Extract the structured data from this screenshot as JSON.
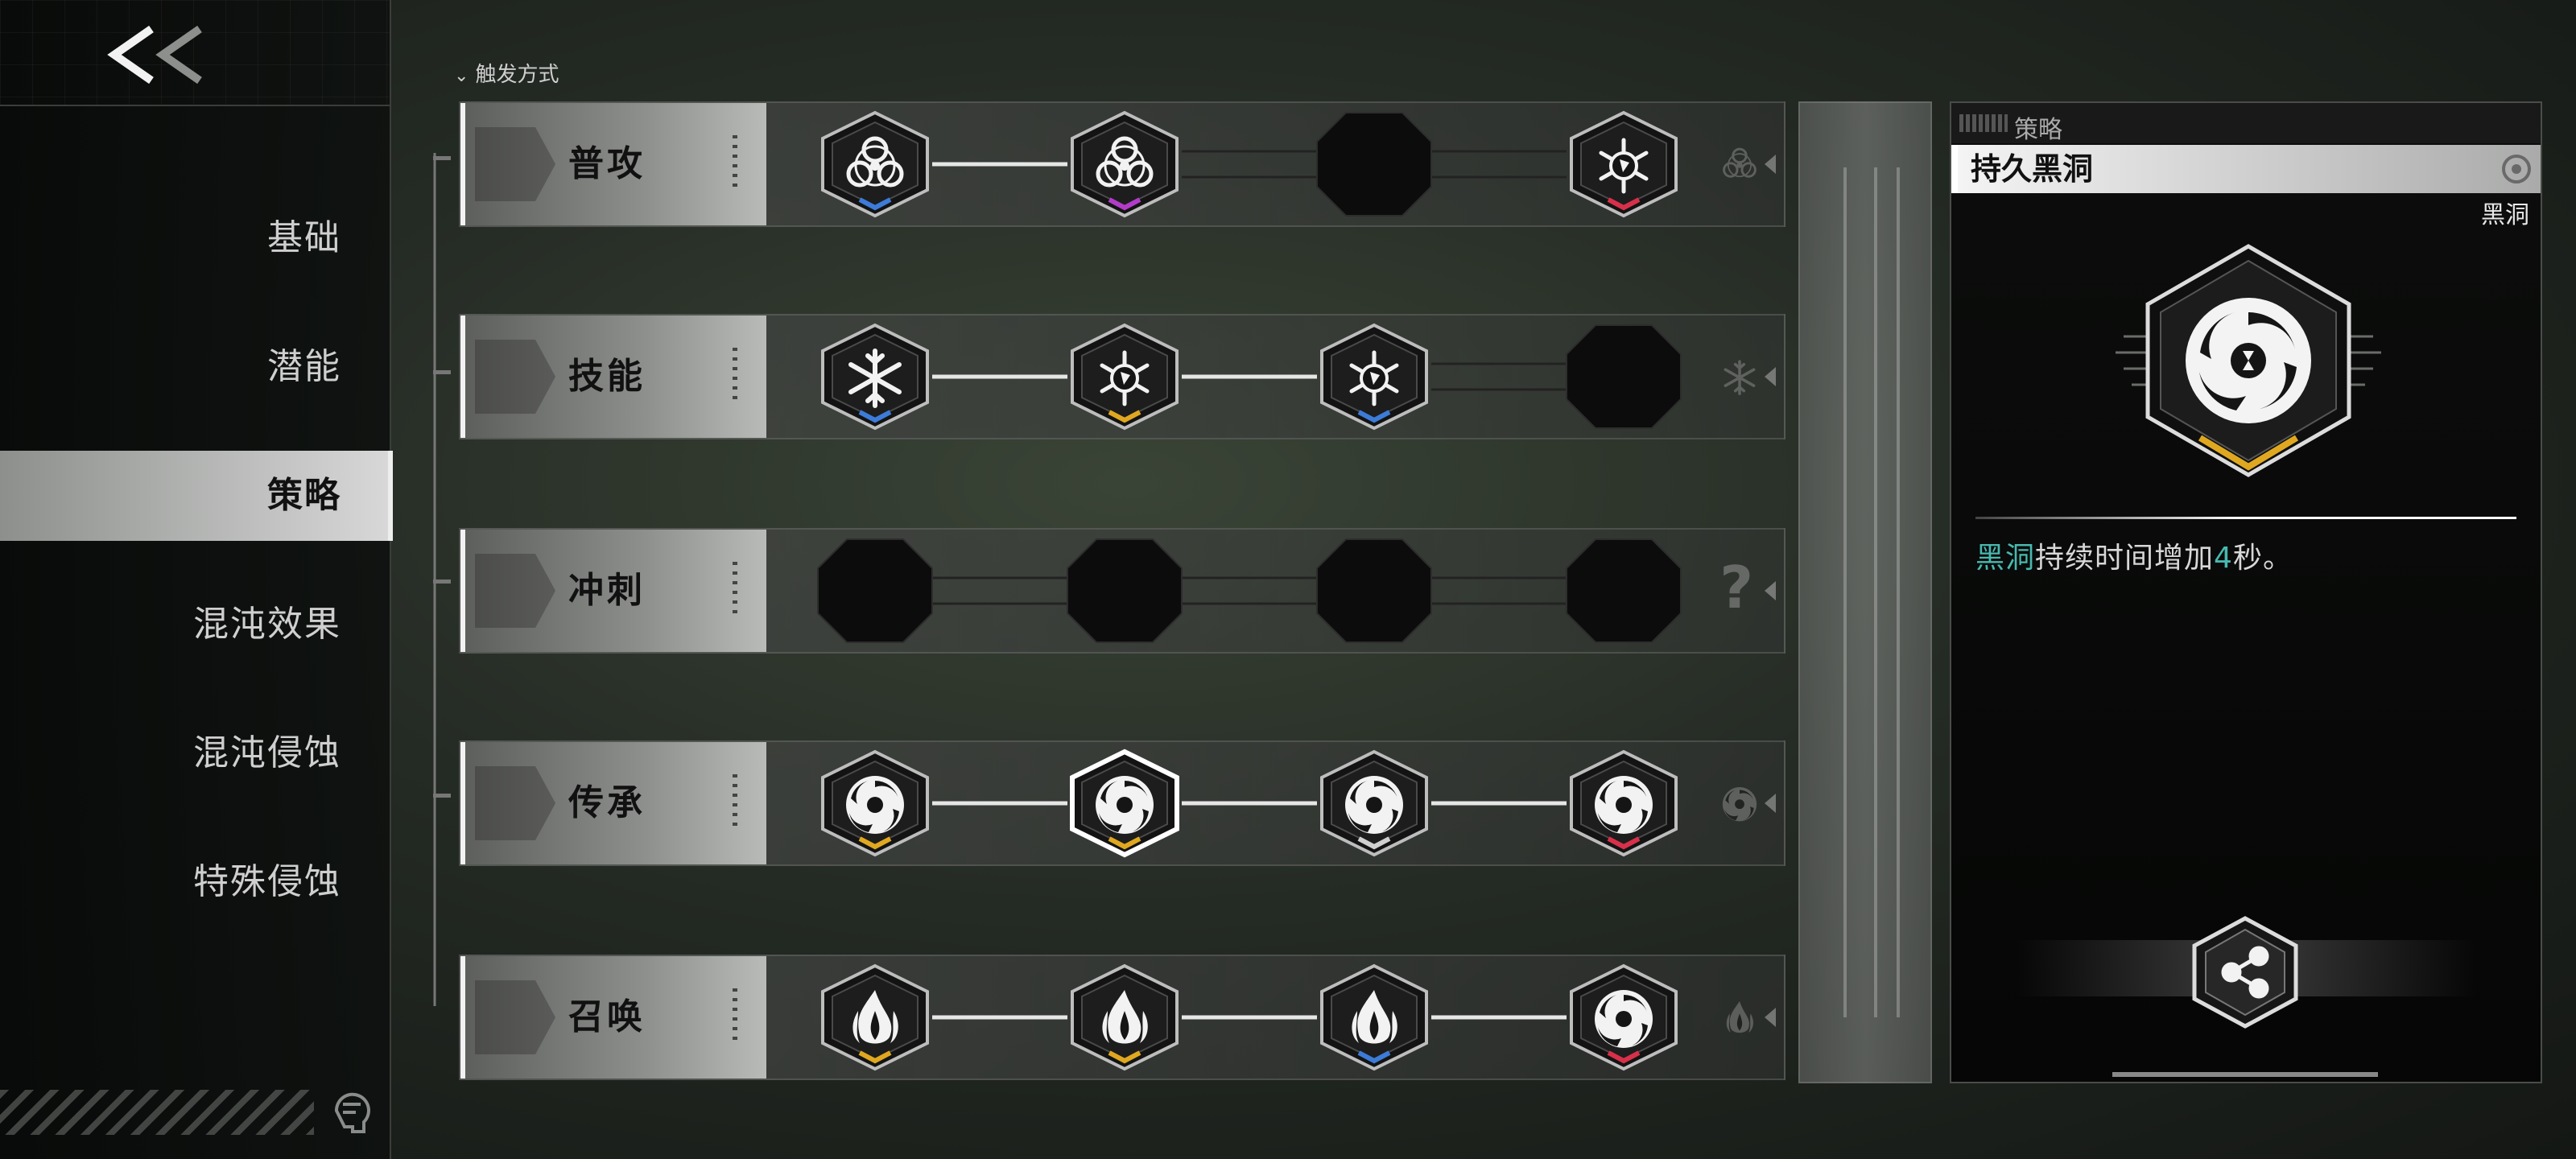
{
  "back_label": "<<",
  "sidebar": {
    "items": [
      {
        "label": "基础",
        "active": false
      },
      {
        "label": "潜能",
        "active": false
      },
      {
        "label": "策略",
        "active": true
      },
      {
        "label": "混沌效果",
        "active": false
      },
      {
        "label": "混沌侵蚀",
        "active": false
      },
      {
        "label": "特殊侵蚀",
        "active": false
      }
    ]
  },
  "trigger_title": "触发方式",
  "rows": [
    {
      "label": "普攻",
      "element": "biohazard",
      "slots": [
        {
          "icon": "biohazard-icon",
          "rank_color": "#3d7bd8"
        },
        {
          "icon": "biohazard-icon",
          "rank_color": "#b13cc8"
        },
        {
          "icon": "empty",
          "rank_color": ""
        },
        {
          "icon": "frost-icon",
          "rank_color": "#d8304a"
        }
      ]
    },
    {
      "label": "技能",
      "element": "snowflake",
      "slots": [
        {
          "icon": "snowflake-icon",
          "rank_color": "#3d7bd8"
        },
        {
          "icon": "frost-icon",
          "rank_color": "#e0a820"
        },
        {
          "icon": "frost-icon",
          "rank_color": "#3d7bd8"
        },
        {
          "icon": "empty",
          "rank_color": ""
        }
      ]
    },
    {
      "label": "冲刺",
      "element": "unknown",
      "slots": [
        {
          "icon": "empty",
          "rank_color": ""
        },
        {
          "icon": "empty",
          "rank_color": ""
        },
        {
          "icon": "empty",
          "rank_color": ""
        },
        {
          "icon": "empty",
          "rank_color": ""
        }
      ]
    },
    {
      "label": "传承",
      "element": "vortex",
      "slots": [
        {
          "icon": "vortex-icon",
          "rank_color": "#e0a820"
        },
        {
          "icon": "vortex-icon",
          "rank_color": "#e0a820",
          "selected": true
        },
        {
          "icon": "vortex-icon",
          "rank_color": "#d0d0d0"
        },
        {
          "icon": "vortex-icon",
          "rank_color": "#d8304a"
        }
      ]
    },
    {
      "label": "召唤",
      "element": "flame",
      "slots": [
        {
          "icon": "flame-icon",
          "rank_color": "#e0a820"
        },
        {
          "icon": "flame-icon",
          "rank_color": "#e0a820"
        },
        {
          "icon": "flame-icon",
          "rank_color": "#3d7bd8"
        },
        {
          "icon": "vortex-icon",
          "rank_color": "#d8304a"
        }
      ]
    }
  ],
  "panel": {
    "tag": "策略",
    "title": "持久黑洞",
    "category": "黑洞",
    "desc_highlight": "黑洞",
    "desc_part1": "持续时间增加",
    "desc_number": "4",
    "desc_part2": "秒。",
    "rank_color": "#e0a820"
  },
  "colors": {
    "highlight": "#48b9b0",
    "gold": "#e0a820",
    "blue": "#3d7bd8",
    "red": "#d8304a",
    "purple": "#b13cc8"
  }
}
